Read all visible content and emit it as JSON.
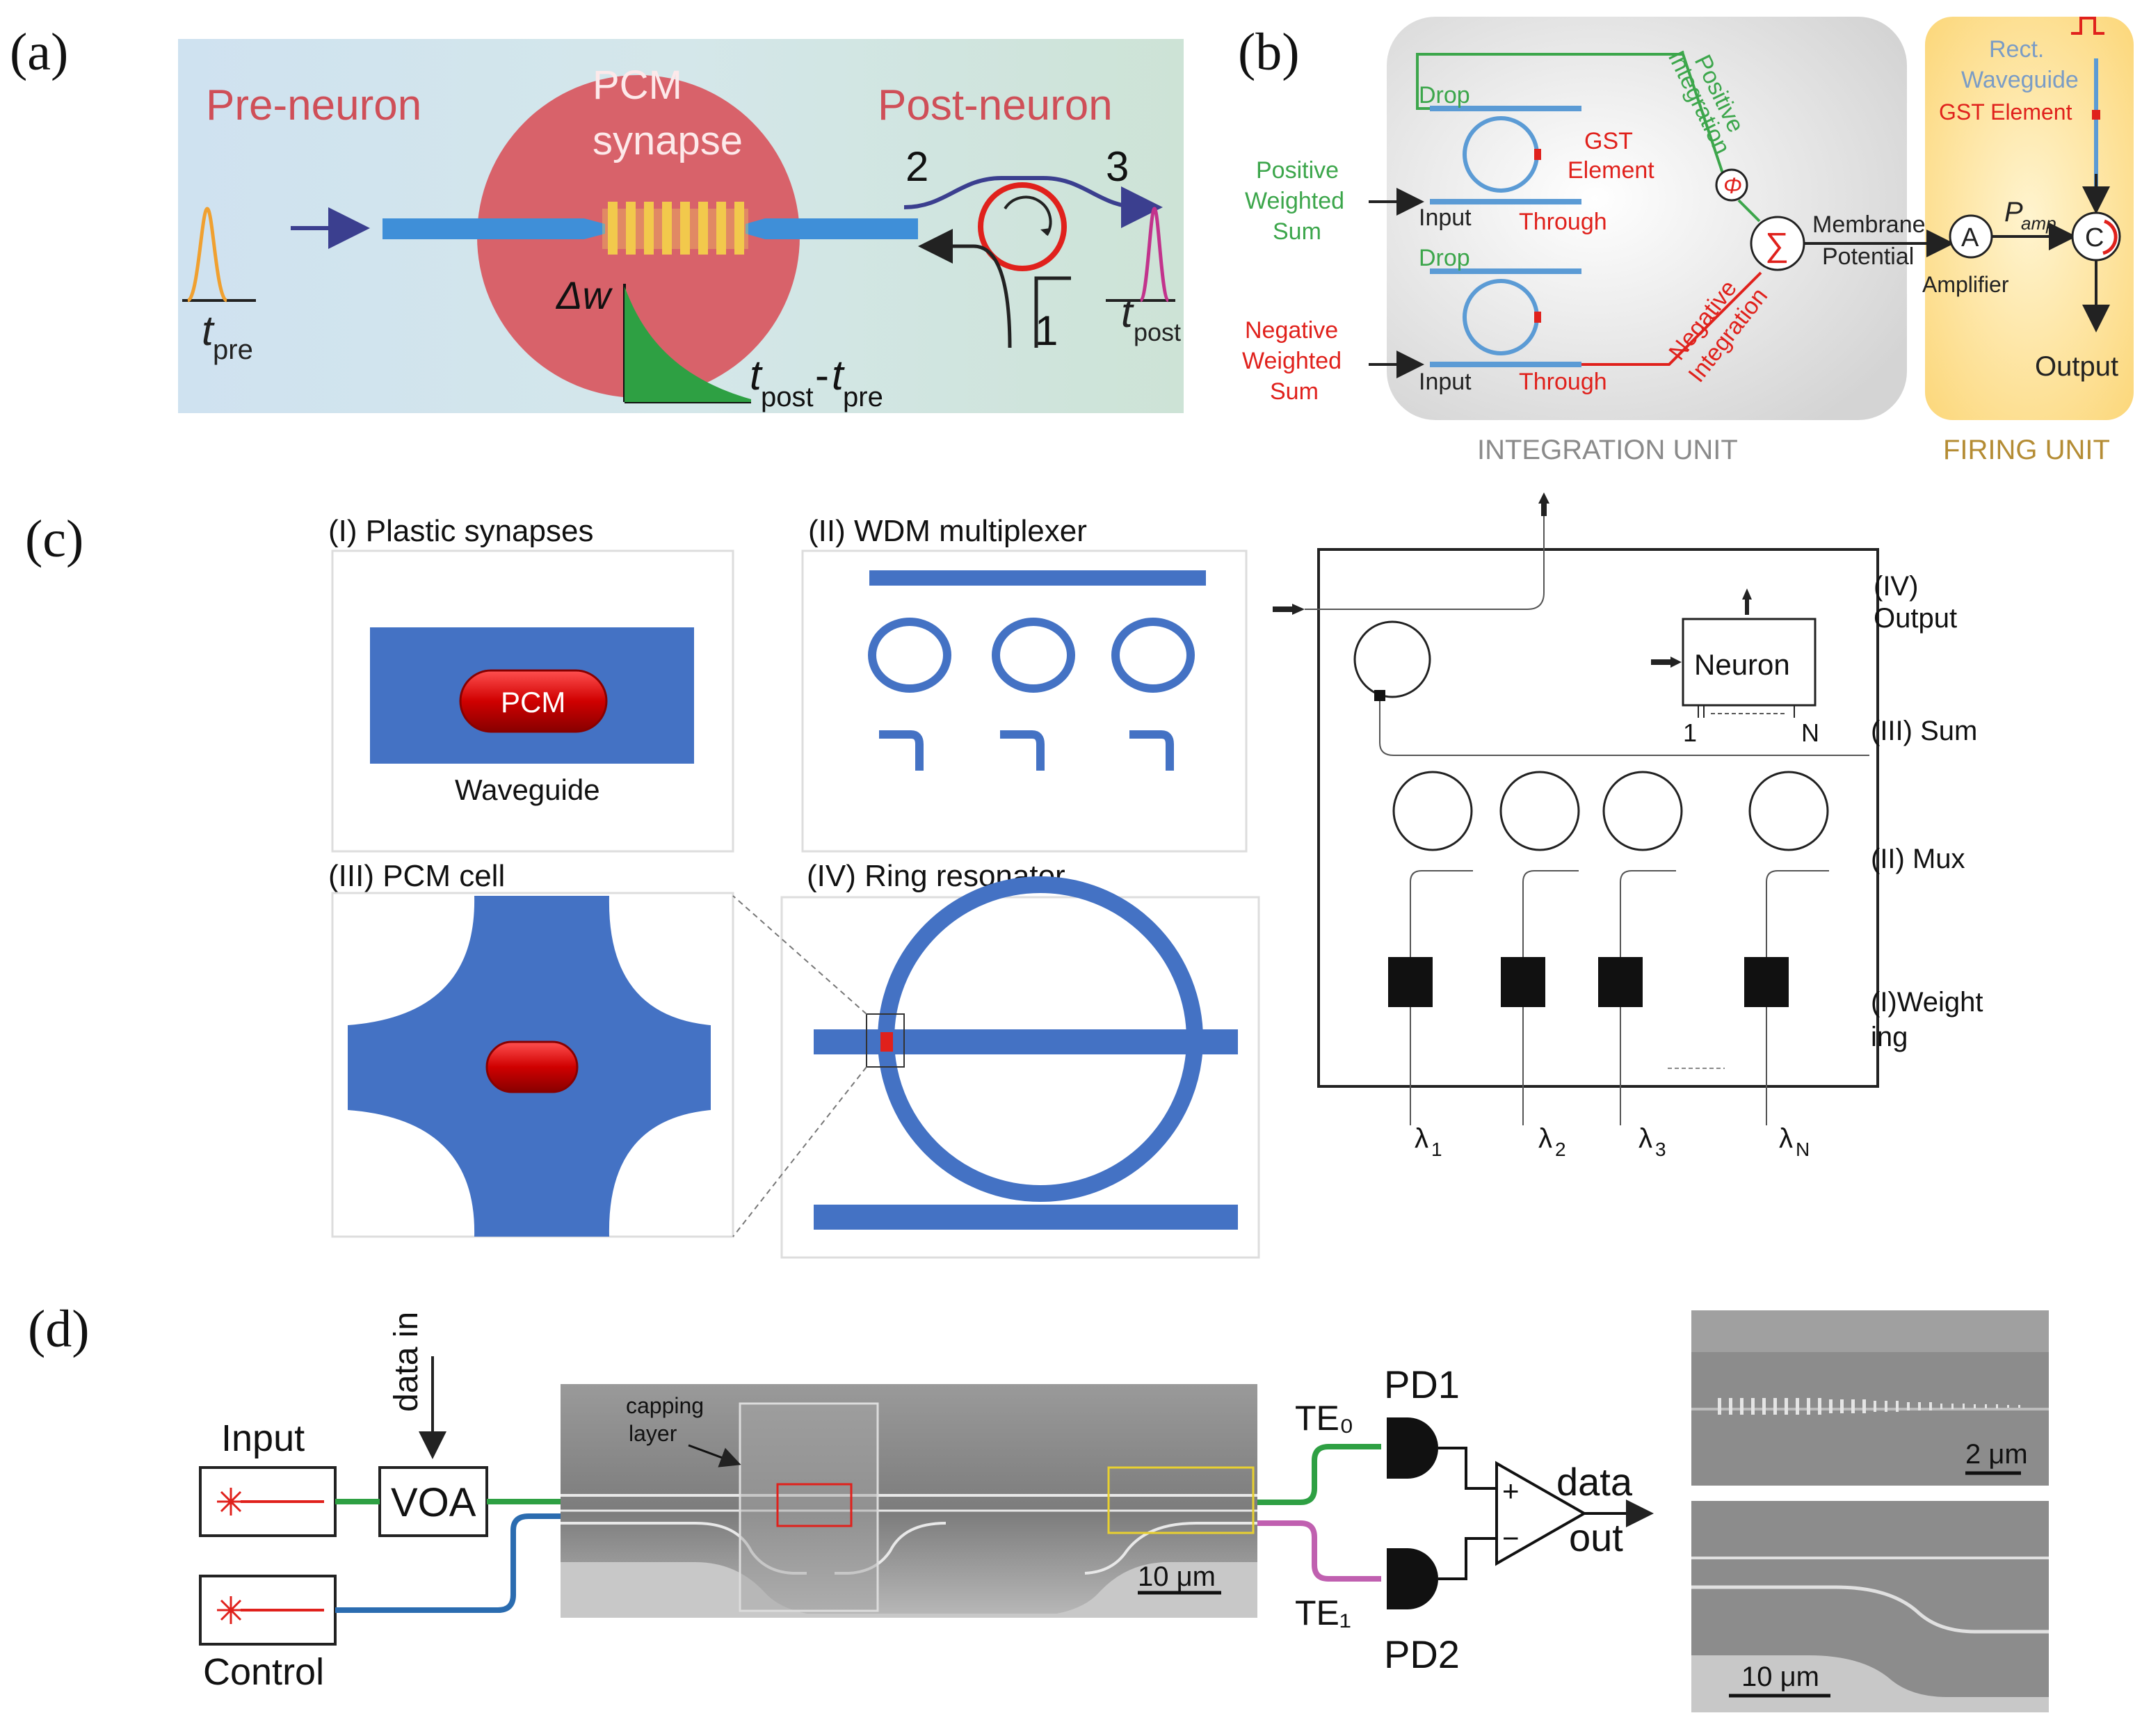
{
  "panel_labels": {
    "a": "(a)",
    "b": "(b)",
    "c": "(c)",
    "d": "(d)"
  },
  "a": {
    "pre_neuron": "Pre-neuron",
    "pcm": "PCM",
    "synapse": "synapse",
    "post_neuron": "Post-neuron",
    "port1": "1",
    "port2": "2",
    "port3": "3",
    "dw": "Δw",
    "t": "t",
    "pre": "pre",
    "post": "post",
    "dash": "-"
  },
  "b": {
    "drop": "Drop",
    "input": "Input",
    "through": "Through",
    "gst_element": "GST",
    "gst_element2": "Element",
    "positive_ws": [
      "Positive",
      "Weighted",
      "Sum"
    ],
    "negative_ws": [
      "Negative",
      "Weighted",
      "Sum"
    ],
    "positive_int": [
      "Positive",
      "Integration"
    ],
    "negative_int": [
      "Negative",
      "Integration"
    ],
    "phi": "Φ",
    "sigma": "∑",
    "membrane": "Membrane",
    "potential": "Potential",
    "amp_node": "A",
    "p": "P",
    "amp_sub": "amp",
    "amplifier": "Amplifier",
    "c_node": "C",
    "rect": "Rect.",
    "waveguide": "Waveguide",
    "gst_full": "GST Element",
    "output": "Output",
    "integration_unit": "INTEGRATION UNIT",
    "firing_unit": "FIRING UNIT"
  },
  "c": {
    "plastic": "(I)  Plastic synapses",
    "wdm": "(II) WDM multiplexer",
    "pcm_cell": "(III) PCM cell",
    "ring": "(IV) Ring resonator",
    "pcm": "PCM",
    "waveguide": "Waveguide",
    "neuron": "Neuron",
    "one": "1",
    "n": "N",
    "iv_output": [
      "(IV)",
      "Output"
    ],
    "iii_sum": "(III) Sum",
    "ii_mux": "(II) Mux",
    "i_weight": [
      "(I)Weight",
      "ing"
    ],
    "lambda": [
      "λ",
      "λ",
      "λ",
      "λ"
    ],
    "lambda_sub": [
      "1",
      "2",
      "3",
      "N"
    ]
  },
  "d": {
    "input": "Input",
    "control": "Control",
    "data_in": "data in",
    "voa": "VOA",
    "capping": "capping",
    "layer": "layer",
    "scale_10": "10 μm",
    "te0": "TE₀",
    "te1": "TE₁",
    "pd1": "PD1",
    "pd2": "PD2",
    "plus": "+",
    "minus": "−",
    "data": "data",
    "out": "out",
    "scale_2": "2 μm",
    "scale_10b": "10 μm"
  },
  "colors": {
    "blue_wg": "#4472c4",
    "pcm_red": "#cc0000",
    "green": "#3ca64b",
    "red_text": "#e0211c",
    "magenta": "#c060b0"
  }
}
